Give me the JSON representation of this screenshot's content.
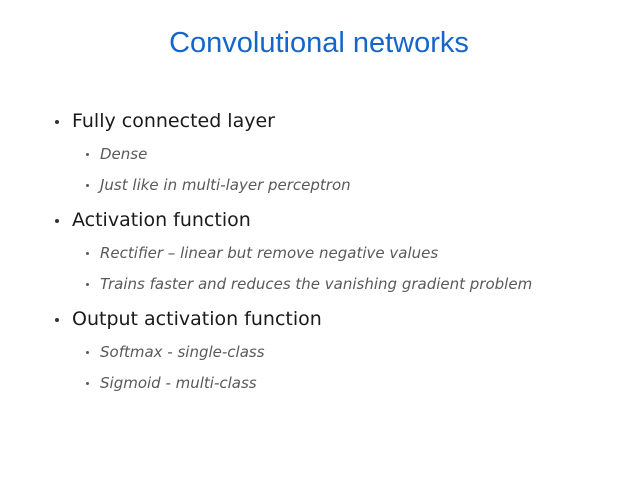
{
  "slide": {
    "title": "Convolutional networks",
    "colors": {
      "title": "#1566c8",
      "heading_text": "#1a1a1a",
      "sub_text": "#595959",
      "background": "#ffffff"
    }
  },
  "content": {
    "sections": [
      {
        "heading": "Fully connected layer",
        "items": [
          "Dense",
          "Just like in multi-layer perceptron"
        ]
      },
      {
        "heading": "Activation function",
        "items": [
          "Rectifier – linear but remove negative values",
          "Trains faster and reduces the vanishing gradient problem"
        ]
      },
      {
        "heading": "Output activation function",
        "items": [
          "Softmax - single-class",
          "Sigmoid - multi-class"
        ]
      }
    ]
  }
}
